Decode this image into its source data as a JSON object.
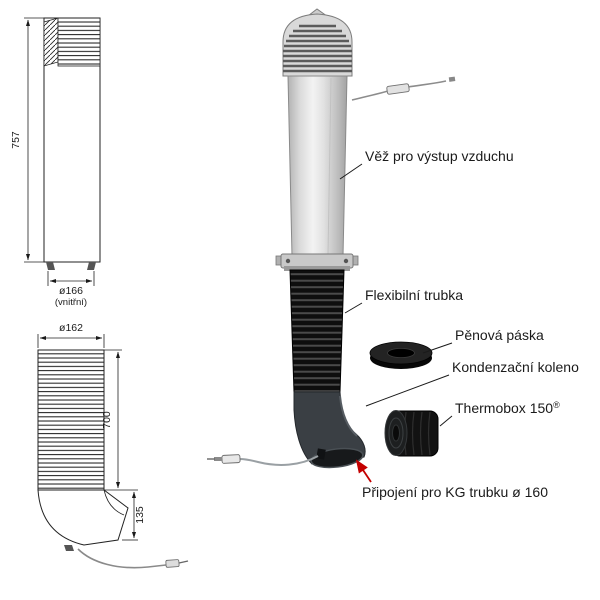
{
  "callouts": {
    "tower": "Věž pro výstup vzduchu",
    "flexible_tube": "Flexibilní trubka",
    "foam_tape": "Pěnová páska",
    "condensation_elbow": "Kondenzační koleno",
    "thermobox_main": "Thermobox 150",
    "thermobox_sup": "®",
    "kg_connection": "Připojení pro KG trubku ø 160"
  },
  "dimensions": {
    "tower_height": "757",
    "tower_inner_diameter": "ø166",
    "tower_inner_note": "(vnitřní)",
    "flex_diameter": "ø162",
    "flex_length": "700",
    "elbow_height": "135"
  },
  "colors": {
    "line": "#1a1a1a",
    "kg_arrow": "#c40000",
    "tower_gray": "#d9d9d9",
    "component_black": "#111111"
  }
}
